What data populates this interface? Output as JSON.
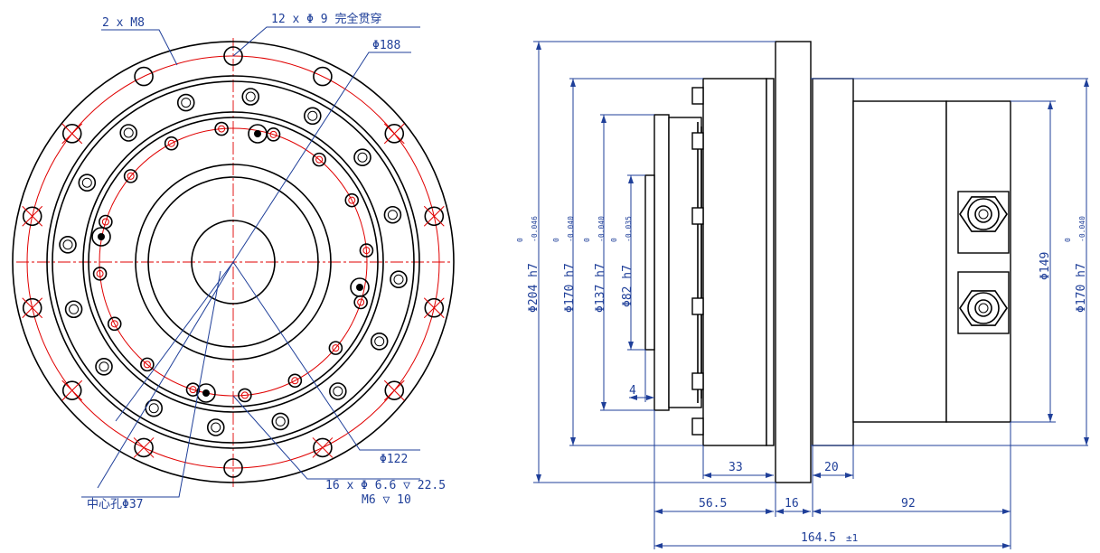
{
  "front_view": {
    "callouts": {
      "tapped_holes": "2 x M8",
      "through_holes": "12 x Φ 9 完全贯穿",
      "pcd_outer": "Φ188",
      "pcd_inner": "Φ122",
      "counterbore_line1": "16 x Φ 6.6 ▽ 22.5",
      "counterbore_line2": "M6 ▽ 10",
      "center_hole": "中心孔Φ37"
    }
  },
  "side_view": {
    "diameters": {
      "d204": {
        "main": "Φ204 h7",
        "upper": "0",
        "lower": "-0.046"
      },
      "d170_left": {
        "main": "Φ170 h7",
        "upper": "0",
        "lower": "-0.040"
      },
      "d137": {
        "main": "Φ137 h7",
        "upper": "0",
        "lower": "-0.040"
      },
      "d82": {
        "main": "Φ82 h7",
        "upper": "0",
        "lower": "-0.035"
      },
      "d149": {
        "main": "Φ149"
      },
      "d170_right": {
        "main": "Φ170 h7",
        "upper": "0",
        "lower": "-0.040"
      }
    },
    "lengths": {
      "step": "4",
      "l33": "33",
      "l20": "20",
      "l56_5": "56.5",
      "l16": "16",
      "l92": "92",
      "total": "164.5",
      "total_tolerance": "±1"
    }
  }
}
